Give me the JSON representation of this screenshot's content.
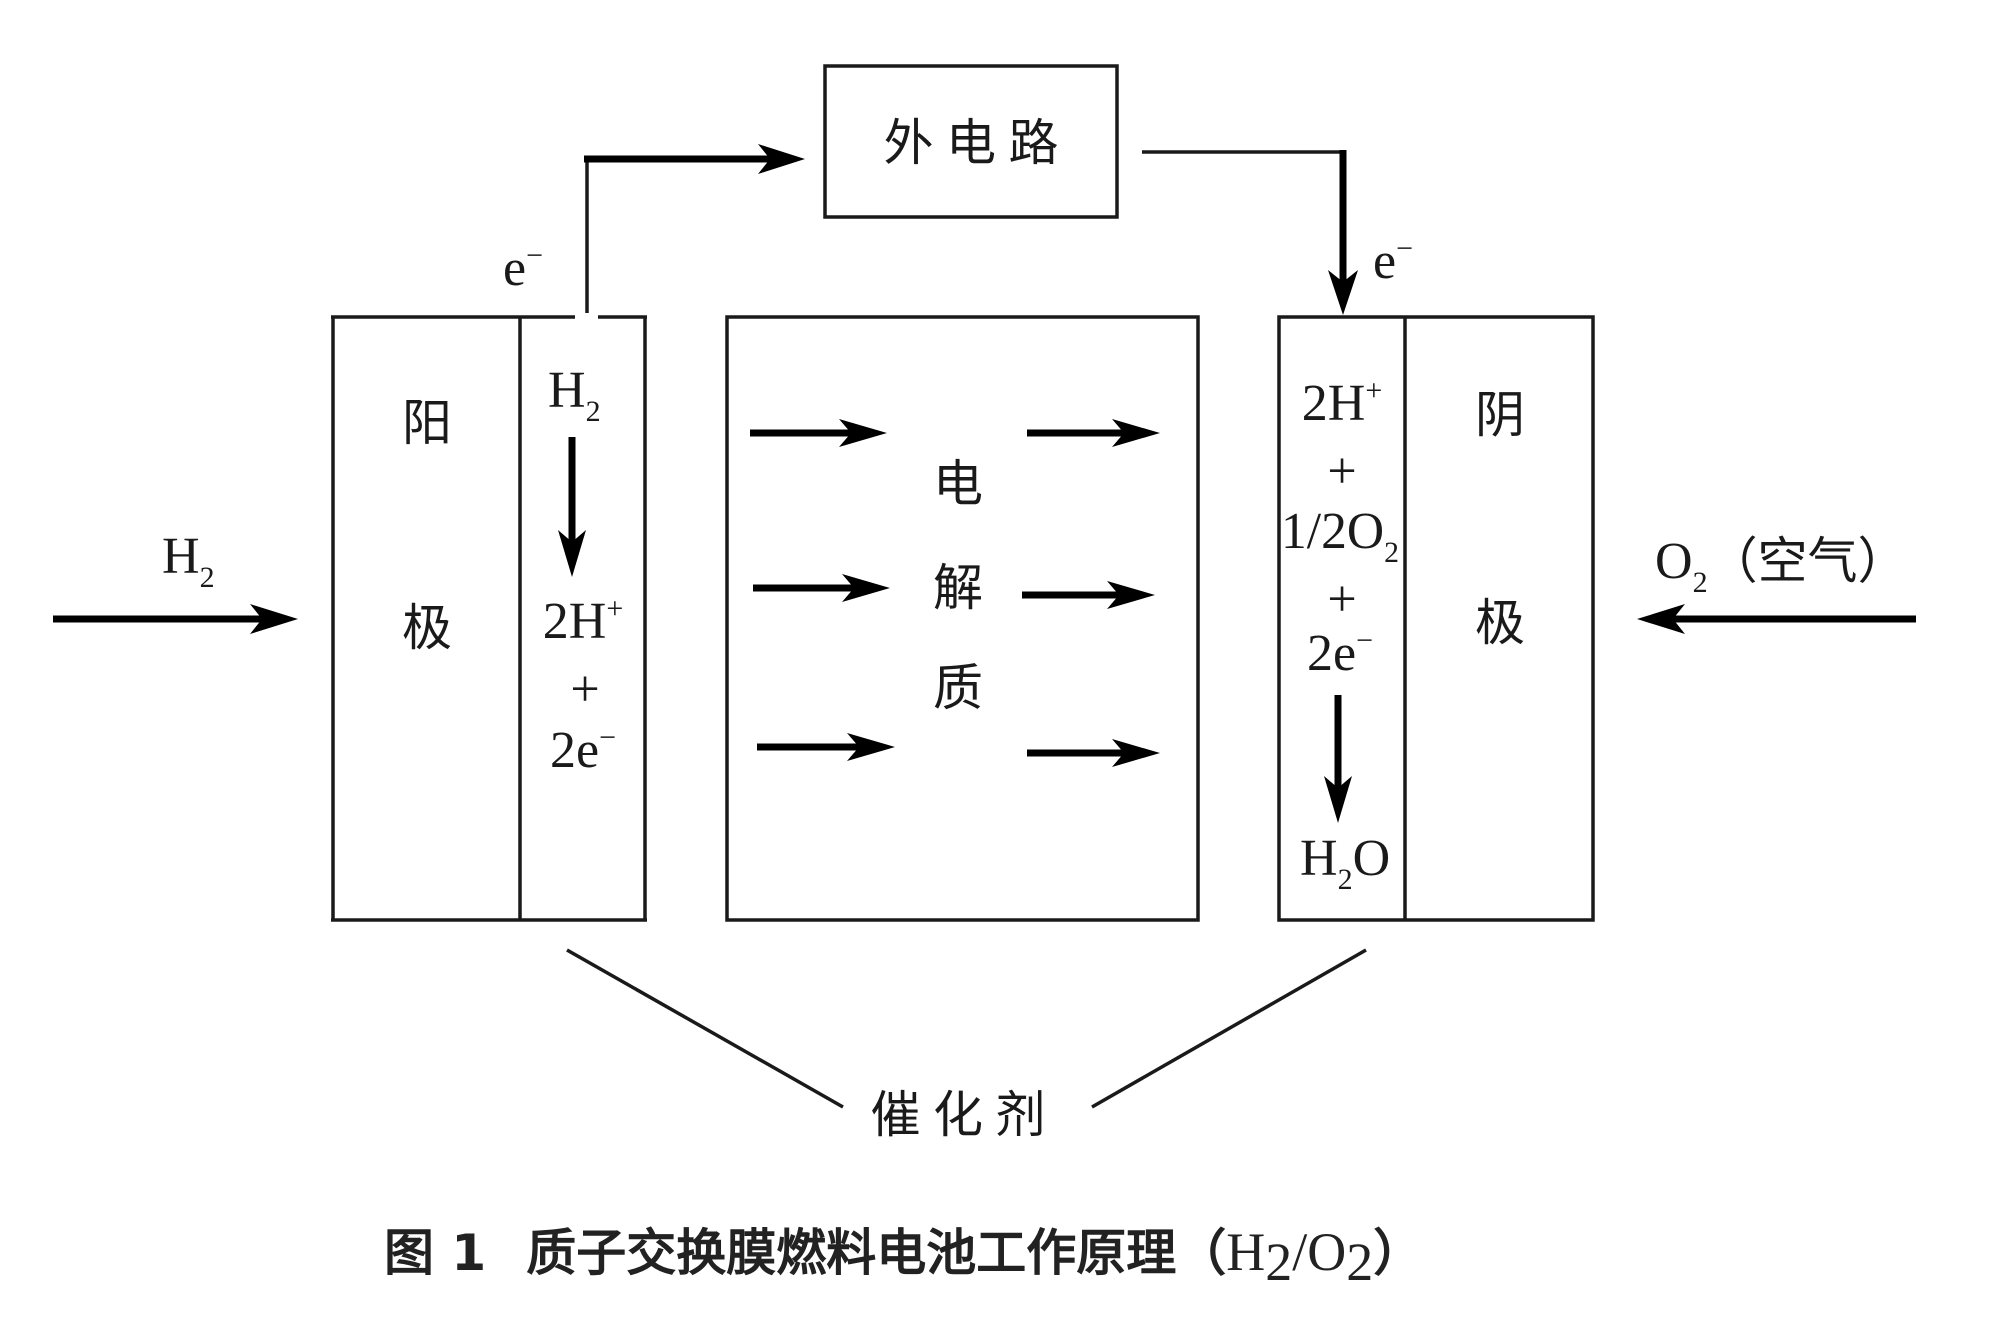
{
  "figure": {
    "external_circuit": {
      "label": "外 电 路"
    },
    "electron_labels": {
      "anode_side": {
        "base": "e",
        "sup": "−"
      },
      "cathode_side": {
        "base": "e",
        "sup": "−"
      }
    },
    "inputs": {
      "fuel": {
        "base": "H",
        "sub": "2"
      },
      "oxidant": {
        "base": "O",
        "sub": "2",
        "suffix": "（空气）"
      }
    },
    "anode": {
      "label_top": "阳",
      "label_bottom": "极",
      "reactant": {
        "base": "H",
        "sub": "2"
      },
      "products": [
        {
          "base": "2H",
          "sup": "+"
        },
        {
          "text": "+"
        },
        {
          "base": "2e",
          "sup": "−"
        }
      ]
    },
    "electrolyte": {
      "chars": [
        "电",
        "解",
        "质"
      ],
      "proton_flow_arrows": 6,
      "direction": "anode-to-cathode"
    },
    "cathode": {
      "label_top": "阴",
      "label_bottom": "极",
      "reactants": [
        {
          "base": "2H",
          "sup": "+"
        },
        {
          "text": "+"
        },
        {
          "base": "1/2O",
          "sub": "2"
        },
        {
          "text": "+"
        },
        {
          "base": "2e",
          "sup": "−"
        }
      ],
      "product": {
        "pre": "H",
        "sub": "2",
        "post": "O"
      }
    },
    "catalyst": {
      "label": "催 化 剂"
    },
    "colors": {
      "stroke": "#1a1a1a",
      "background": "#ffffff"
    }
  },
  "caption": {
    "prefix": "图 1",
    "title": "质子交换膜燃料电池工作原理",
    "open_paren": "（",
    "formula": {
      "a": "H",
      "a_sub": "2",
      "slash": "/",
      "b": "O",
      "b_sub": "2"
    },
    "close_paren": "）"
  }
}
